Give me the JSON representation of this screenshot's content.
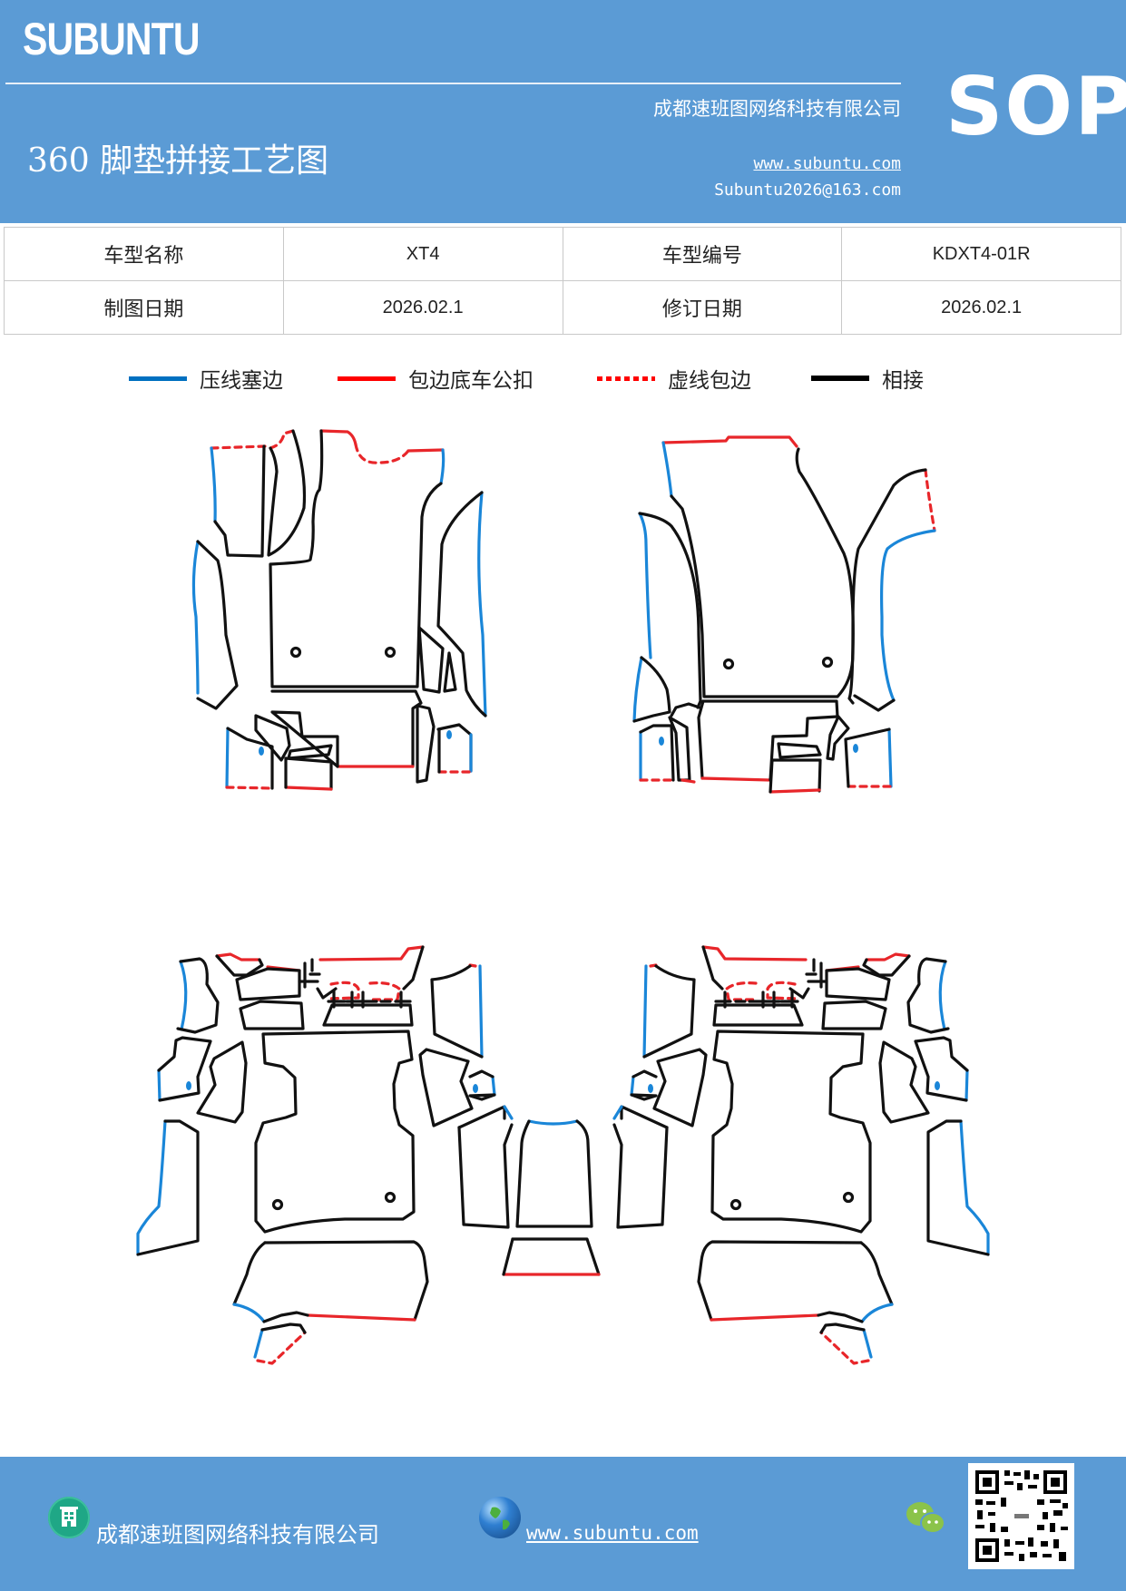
{
  "header": {
    "brand": "SUBUNTU",
    "title": "360 脚垫拼接工艺图",
    "company": "成都速班图网络科技有限公司",
    "website": "www.subuntu.com",
    "email": "Subuntu2026@163.com",
    "badge": "SOP"
  },
  "info_table": {
    "rows": [
      {
        "label1": "车型名称",
        "value1": "XT4",
        "label2": "车型编号",
        "value2": "KDXT4-01R"
      },
      {
        "label1": "制图日期",
        "value1": "2026.02.1",
        "label2": "修订日期",
        "value2": "2026.02.1"
      }
    ]
  },
  "legend": {
    "items": [
      {
        "label": "压线塞边",
        "color": "#0070c0",
        "style": "solid"
      },
      {
        "label": "包边底车公扣",
        "color": "#ff0000",
        "style": "solid"
      },
      {
        "label": "虚线包边",
        "color": "#ff0000",
        "style": "dotted"
      },
      {
        "label": "相接",
        "color": "#000000",
        "style": "solid"
      }
    ]
  },
  "diagrams": [
    {
      "name": "front-row-left-drive-layout"
    },
    {
      "name": "front-row-right-layout"
    },
    {
      "name": "rear-section-left-layout"
    },
    {
      "name": "rear-section-right-layout"
    }
  ],
  "footer": {
    "company": "成都速班图网络科技有限公司",
    "website": "www.subuntu.com",
    "icons": [
      "building-icon",
      "globe-icon",
      "wechat-icon",
      "qr-code"
    ]
  },
  "colors": {
    "header_bg": "#5b9bd5",
    "blue_line": "#1a86d8",
    "red_line": "#e8262a",
    "black_line": "#111111"
  }
}
